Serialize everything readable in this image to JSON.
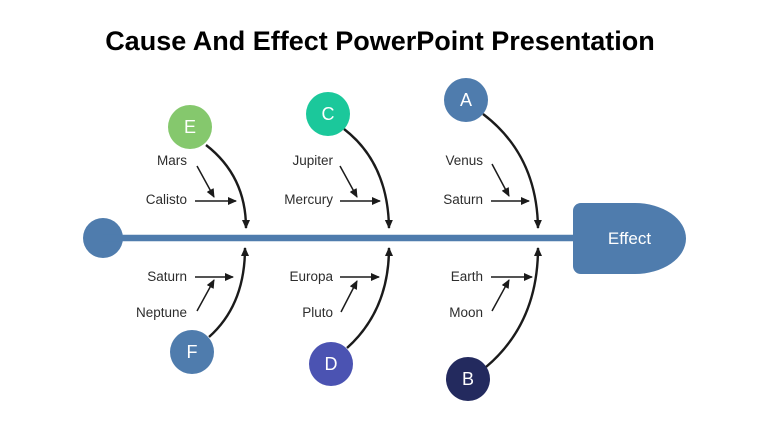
{
  "slide": {
    "title": "Cause And Effect PowerPoint Presentation"
  },
  "diagram": {
    "effect_label": "Effect",
    "colors": {
      "spine": "#4F7CAD",
      "effect_fill": "#4F7CAD",
      "node_e": "#85C86D",
      "node_c": "#1BC89B",
      "node_a": "#4F7CAD",
      "node_f": "#4F7CAD",
      "node_d": "#4B53B2",
      "node_b": "#232A5E",
      "arrow": "#1b1b1b",
      "label_text": "#2d2d2d"
    },
    "branches_top": [
      {
        "letter": "E",
        "cause1": "Mars",
        "cause2": "Calisto"
      },
      {
        "letter": "C",
        "cause1": "Jupiter",
        "cause2": "Mercury"
      },
      {
        "letter": "A",
        "cause1": "Venus",
        "cause2": "Saturn"
      }
    ],
    "branches_bottom": [
      {
        "letter": "F",
        "cause1": "Saturn",
        "cause2": "Neptune"
      },
      {
        "letter": "D",
        "cause1": "Europa",
        "cause2": "Pluto"
      },
      {
        "letter": "B",
        "cause1": "Earth",
        "cause2": "Moon"
      }
    ]
  }
}
